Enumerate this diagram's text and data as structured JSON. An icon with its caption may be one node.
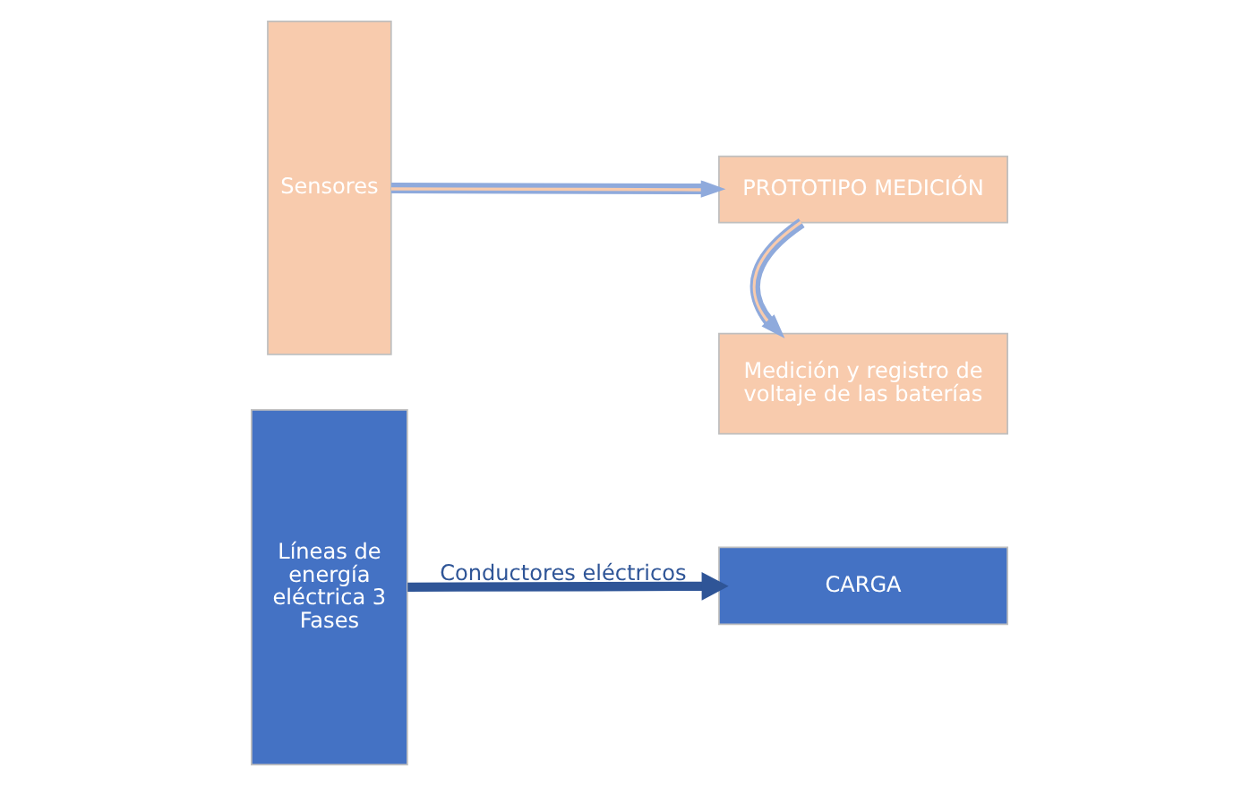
{
  "diagram": {
    "nodes": [
      {
        "text": [
          "Líneas de energía eléctrica 3 Fases"
        ]
      },
      {
        "text": [
          "Sensores"
        ]
      },
      {
        "text": [
          "PROTOTIPO MEDICIÓN"
        ]
      },
      {
        "text": [
          "Medición y registro de voltaje de las baterías"
        ]
      },
      {
        "text": [
          "CARGA"
        ]
      }
    ],
    "edges": [
      {
        "from": 1,
        "to": 2,
        "arrow": "to"
      },
      {
        "from": 2,
        "to": 3,
        "arrow": "to"
      },
      {
        "from": 0,
        "to": 4,
        "arrow": "to",
        "label": "Conductores eléctricos",
        "style": "thick",
        "color": "#2f5597"
      }
    ]
  }
}
